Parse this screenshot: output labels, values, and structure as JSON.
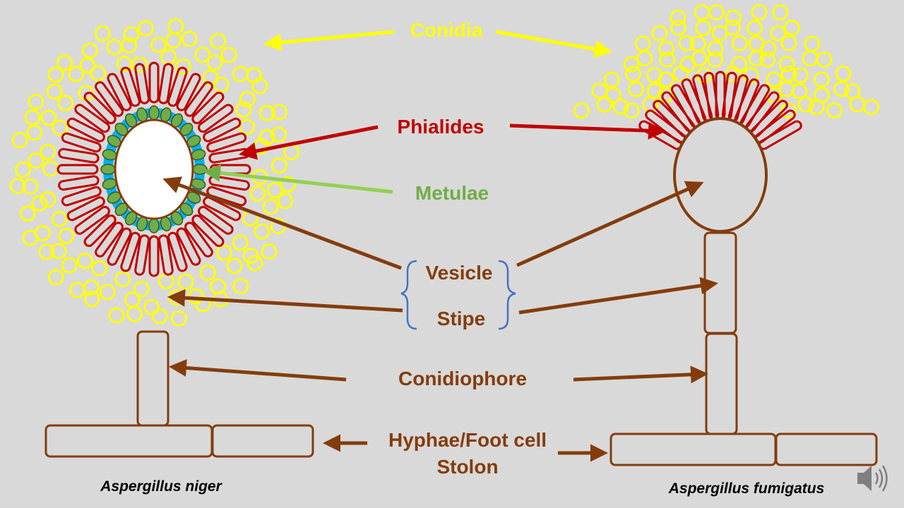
{
  "labels": {
    "conidia": "Conidia",
    "phialides": "Phialides",
    "metulae": "Metulae",
    "vesicle": "Vesicle",
    "stipe": "Stipe",
    "conidiophore": "Conidiophore",
    "hyphae": "Hyphae/Foot cell",
    "stolon": "Stolon"
  },
  "species": {
    "left": "Aspergillus niger",
    "right": "Aspergillus fumigatus"
  },
  "colors": {
    "background": "#d9d9d9",
    "conidia": "#ffff00",
    "phialides": "#c00000",
    "metulae_fill": "#70ad47",
    "metulae_outline": "#385723",
    "metulae_label": "#70ad47",
    "vesicle_layer": "#00b0f0",
    "structure": "#843c0c",
    "brace": "#4472c4"
  },
  "icons": {
    "audio": "speaker-icon"
  }
}
